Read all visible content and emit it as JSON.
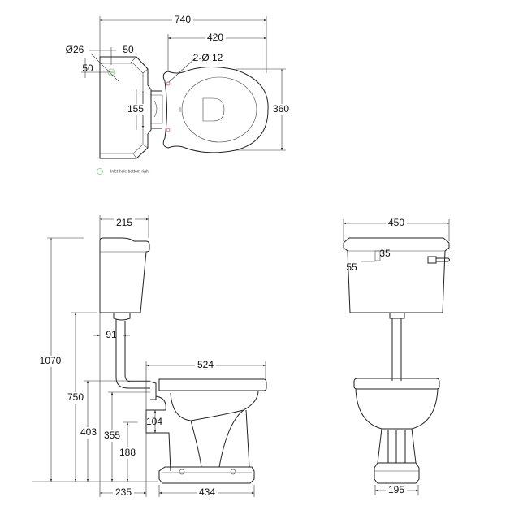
{
  "top_view": {
    "dims": {
      "overall_length": "740",
      "pan_length": "420",
      "inlet_dia": "Ø26",
      "inlet_x": "50",
      "inlet_y": "50",
      "fixing_holes": "2-Ø 12",
      "connector_width": "155",
      "pan_width": "360"
    },
    "legend_text": "Inlet hole bottom right",
    "legend_color": "#7fd07f",
    "hole_color": "#c04040"
  },
  "side_view": {
    "dims": {
      "cistern_depth": "215",
      "overall_height": "1070",
      "cistern_bottom": "750",
      "pan_height": "403",
      "outlet_height": "355",
      "outlet_bottom": "188",
      "flush_pipe": "91",
      "pan_projection": "524",
      "outlet_size": "104",
      "outlet_to_wall": "235",
      "base_length": "434"
    }
  },
  "front_view": {
    "dims": {
      "cistern_width": "450",
      "inlet_offset_y": "35",
      "inlet_offset_x": "55",
      "base_width": "195"
    }
  }
}
